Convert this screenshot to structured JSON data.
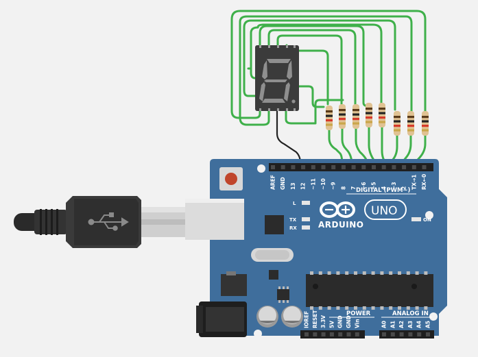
{
  "colors": {
    "background": "#f2f2f2",
    "board": "#3f6e9c",
    "board_dark": "#2f5a84",
    "wire_green": "#3fb04a",
    "wire_black": "#222222",
    "display_body": "#3b3b3b",
    "segment_off": "#8a8a8a",
    "resistor_body": "#e0c292",
    "led_on": "#ffffff"
  },
  "display": {
    "digit": "8",
    "decimal_point": true
  },
  "board": {
    "brand": "ARDUINO",
    "model": "UNO",
    "digital_header": "DIGITAL (PWM~)",
    "digital_pins": [
      "AREF",
      "GND",
      "13",
      "12",
      "~11",
      "~10",
      "~9",
      "8",
      "7",
      "~6",
      "~5",
      "4",
      "~3",
      "2",
      "TX→1",
      "RX←0"
    ],
    "led_l": "L",
    "led_tx": "TX",
    "led_rx": "RX",
    "on_label": "ON",
    "power_header": "POWER",
    "power_pins": [
      "IOREF",
      "RESET",
      "3.3V",
      "5V",
      "GND",
      "GND",
      "Vin"
    ],
    "analog_header": "ANALOG IN",
    "analog_pins": [
      "A0",
      "A1",
      "A2",
      "A3",
      "A4",
      "A5"
    ]
  },
  "resistors": {
    "count": 8,
    "bands": [
      "#5a3b1a",
      "#222222",
      "#d63a2a",
      "#caa64a"
    ]
  },
  "usb_cable": {
    "icon": "usb-icon"
  },
  "icons": [
    "usb-icon",
    "reset-button",
    "power-jack",
    "chip-icon"
  ]
}
